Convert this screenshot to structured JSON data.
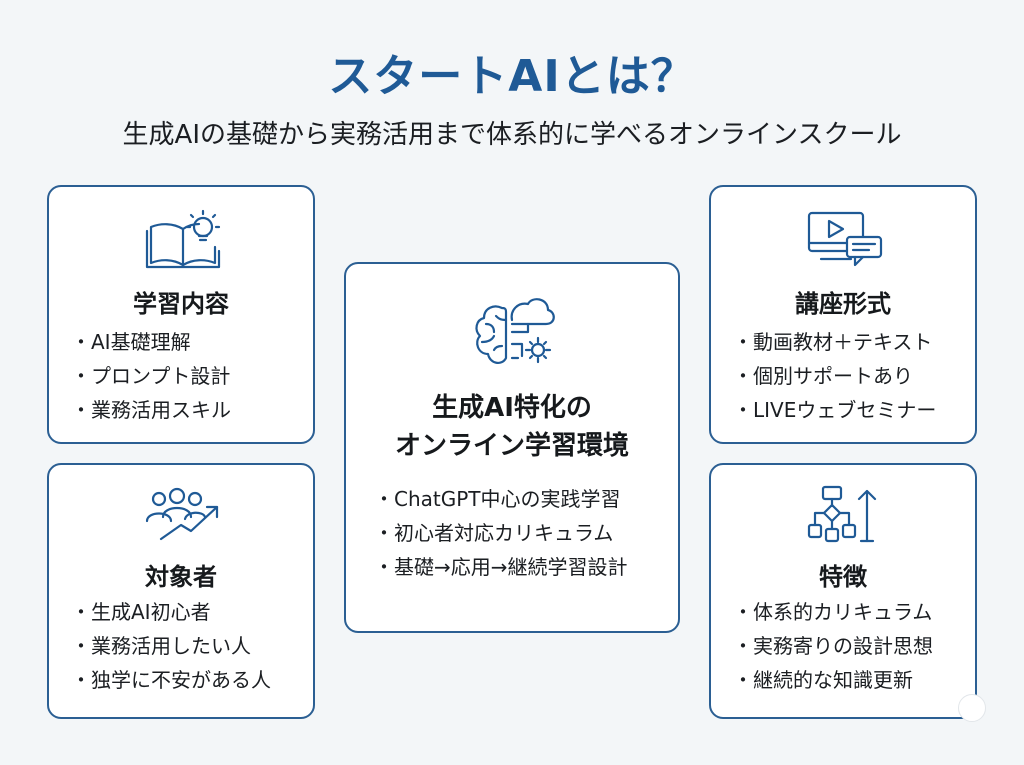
{
  "header": {
    "title": "スタートAIとは？",
    "subtitle": "生成AIの基礎から実務活用まで体系的に学べるオンラインスクール"
  },
  "colors": {
    "accent": "#1f5a96",
    "border": "#2b5f93",
    "background": "#f3f6f8"
  },
  "cards": {
    "learning": {
      "icon": "book-lightbulb-icon",
      "title": "学習内容",
      "items": [
        "AI基礎理解",
        "プロンプト設計",
        "業務活用スキル"
      ]
    },
    "target": {
      "icon": "people-growth-icon",
      "title": "対象者",
      "items": [
        "生成AI初心者",
        "業務活用したい人",
        "独学に不安がある人"
      ]
    },
    "center": {
      "icon": "brain-cloud-gear-icon",
      "title_line1": "生成AI特化の",
      "title_line2": "オンライン学習環境",
      "items": [
        "ChatGPT中心の実践学習",
        "初心者対応カリキュラム",
        "基礎→応用→継続学習設計"
      ]
    },
    "format": {
      "icon": "video-chat-icon",
      "title": "講座形式",
      "items": [
        "動画教材＋テキスト",
        "個別サポートあり",
        "LIVEウェブセミナー"
      ]
    },
    "features": {
      "icon": "flowchart-icon",
      "title": "特徴",
      "items": [
        "体系的カリキュラム",
        "実務寄りの設計思想",
        "継続的な知識更新"
      ]
    }
  }
}
